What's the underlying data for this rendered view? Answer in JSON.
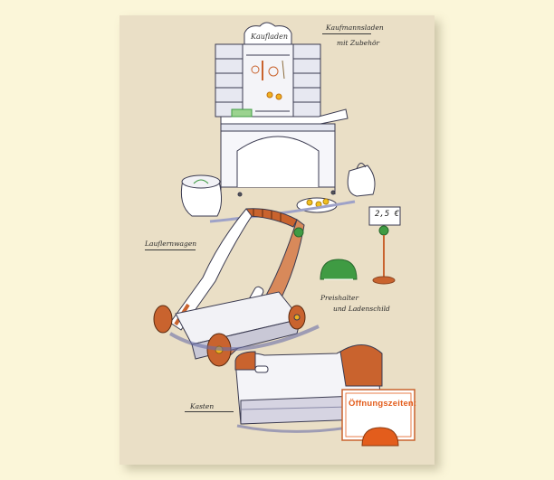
{
  "shop_sign": "Kaufladen",
  "labels": {
    "kaufmannsladen": "Kaufmannsladen",
    "zubehoer": "mit Zubehör",
    "lauflernwagen": "Lauflernwagen",
    "preishalter": "Preishalter",
    "ladenschild": "und Ladenschild",
    "kasten": "Kasten"
  },
  "price_tag": "2,5 €",
  "sign_text": "Öffnungszeiten:",
  "colors": {
    "page_background": "#fbf6d9",
    "sheet": "#eadfc6",
    "wood_orange": "#c9632e",
    "green_accent": "#3f9b43",
    "sign_orange": "#e35d1c",
    "ink": "#2a2a2a"
  }
}
